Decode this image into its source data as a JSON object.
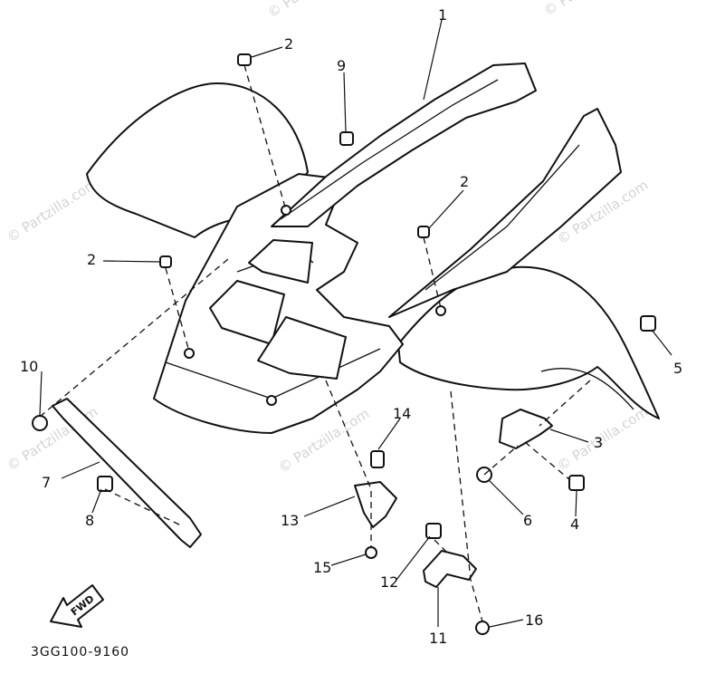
{
  "watermark": {
    "text": "© Partzilla.com"
  },
  "drawing_code": "3GG100-9160",
  "fwd_label": "FWD",
  "callouts": {
    "c1": "1",
    "c2a": "2",
    "c2b": "2",
    "c2c": "2",
    "c3": "3",
    "c4": "4",
    "c5": "5",
    "c6": "6",
    "c7": "7",
    "c8": "8",
    "c9": "9",
    "c10": "10",
    "c11": "11",
    "c12": "12",
    "c13": "13",
    "c14": "14",
    "c15": "15",
    "c16": "16"
  }
}
